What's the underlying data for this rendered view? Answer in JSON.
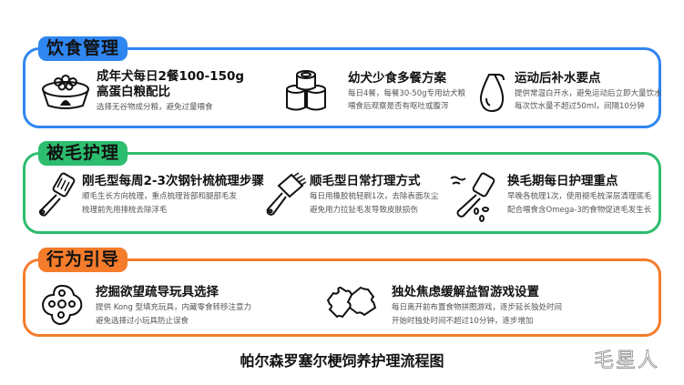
{
  "colors": {
    "diet": "#2f86f0",
    "grooming": "#2dbd6e",
    "behavior": "#f57c2b"
  },
  "sections": [
    {
      "label": "饮食管理",
      "items": [
        {
          "icon": "dog-bowl-icon",
          "title": "成年犬每日2餐100-150g高蛋白粮配比",
          "lines": [
            "选择无谷物成分粮，避免过量喂食"
          ]
        },
        {
          "icon": "food-cans-icon",
          "title": "幼犬少食多餐方案",
          "lines": [
            "每日4餐，每餐30-50g专用幼犬粮",
            "喂食后观察是否有呕吐或腹泻"
          ]
        },
        {
          "icon": "water-bottle-icon",
          "title": "运动后补水要点",
          "lines": [
            "提供常温白开水，避免运动后立即大量饮水",
            "每次饮水量不超过50ml，间隔10分钟"
          ]
        }
      ]
    },
    {
      "label": "被毛护理",
      "items": [
        {
          "icon": "slicker-brush-icon",
          "title": "刚毛型每周2-3次钢针梳梳理步骤",
          "lines": [
            "顺毛生长方向梳理，重点梳理背部和腿部毛发",
            "梳理前先用排梳去除浮毛"
          ]
        },
        {
          "icon": "comb-icon",
          "title": "顺毛型日常打理方式",
          "lines": [
            "每日用橡胶梳轻刷1次，去除表面灰尘",
            "避免用力拉扯毛发导致皮肤损伤"
          ]
        },
        {
          "icon": "shedding-brush-icon",
          "title": "换毛期每日护理重点",
          "lines": [
            "早晚各梳理1次，使用褪毛梳深层清理底毛",
            "配合喂食含Omega-3的食物促进毛发生长"
          ]
        }
      ]
    },
    {
      "label": "行为引导",
      "items": [
        {
          "icon": "treat-toy-icon",
          "title": "挖掘欲望疏导玩具选择",
          "lines": [
            "提供 Kong 型填充玩具，内藏零食转移注意力",
            "避免选择过小玩具防止误食"
          ]
        },
        {
          "icon": "puzzle-icon",
          "title": "独处焦虑缓解益智游戏设置",
          "lines": [
            "每日离开前布置食物拼图游戏，逐步延长独处时间",
            "开始时独处时间不超过10分钟，逐步增加"
          ]
        }
      ]
    }
  ],
  "footer": {
    "title": "帕尔森罗塞尔梗饲养护理流程图",
    "watermark": "毛星人"
  }
}
